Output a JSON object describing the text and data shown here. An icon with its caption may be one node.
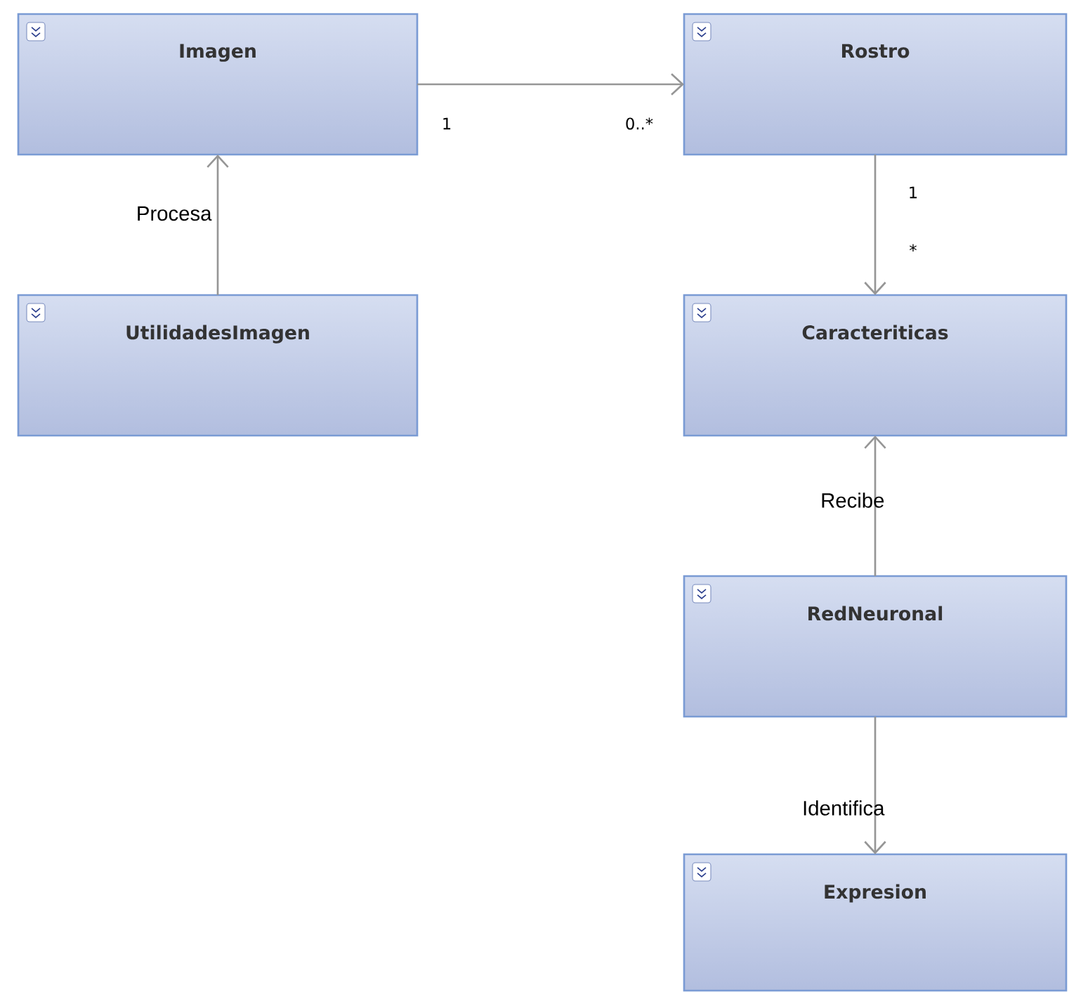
{
  "diagram": {
    "nodes": [
      {
        "text": [
          "Imagen"
        ]
      },
      {
        "text": [
          "Rostro"
        ]
      },
      {
        "text": [
          "UtilidadesImagen"
        ]
      },
      {
        "text": [
          "Caracteriticas"
        ]
      },
      {
        "text": [
          "RedNeuronal"
        ]
      },
      {
        "text": [
          "Expresion"
        ]
      }
    ],
    "edges": [
      {
        "from": 0,
        "to": 1,
        "arrow": "to"
      },
      {
        "from": 2,
        "to": 0,
        "arrow": "to",
        "label": "Procesa"
      },
      {
        "from": 1,
        "to": 3,
        "arrow": "to"
      },
      {
        "from": 4,
        "to": 3,
        "arrow": "to",
        "label": "Recibe"
      },
      {
        "from": 4,
        "to": 5,
        "arrow": "to",
        "label": "Identifica"
      }
    ],
    "labels": [
      "1",
      "0..*",
      "1",
      "*"
    ]
  }
}
